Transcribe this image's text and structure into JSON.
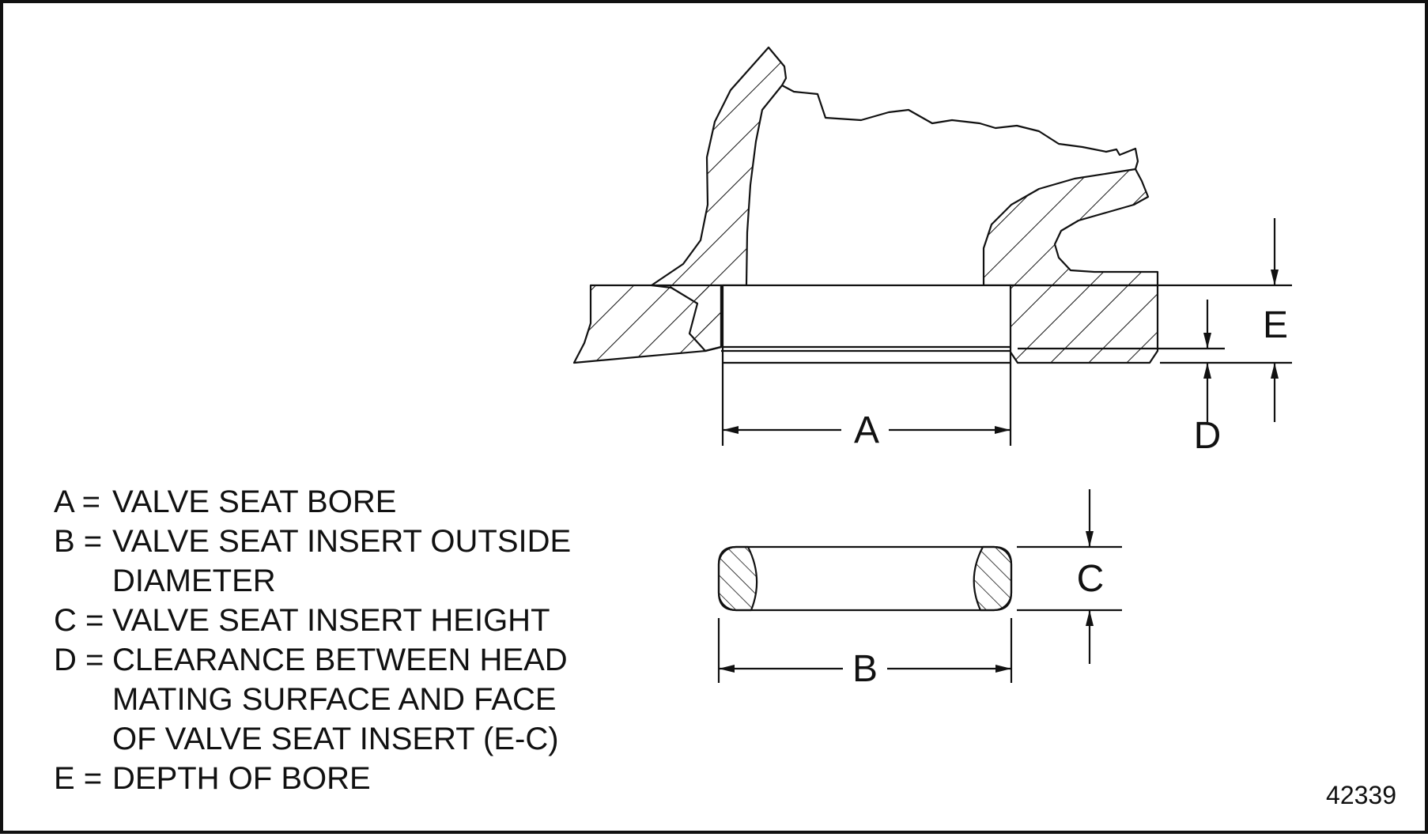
{
  "dimension_labels": {
    "a": "A",
    "b": "B",
    "c": "C",
    "d": "D",
    "e": "E"
  },
  "legend": [
    {
      "key": "A =",
      "text": "VALVE SEAT BORE"
    },
    {
      "key": "B =",
      "text": "VALVE SEAT INSERT OUTSIDE\nDIAMETER"
    },
    {
      "key": "C =",
      "text": "VALVE SEAT INSERT HEIGHT"
    },
    {
      "key": "D =",
      "text": "CLEARANCE BETWEEN HEAD\nMATING SURFACE AND FACE\nOF VALVE SEAT INSERT (E-C)"
    },
    {
      "key": "E =",
      "text": "DEPTH OF BORE"
    }
  ],
  "figure_number": "42339",
  "colors": {
    "line": "#111111",
    "background": "#ffffff"
  }
}
